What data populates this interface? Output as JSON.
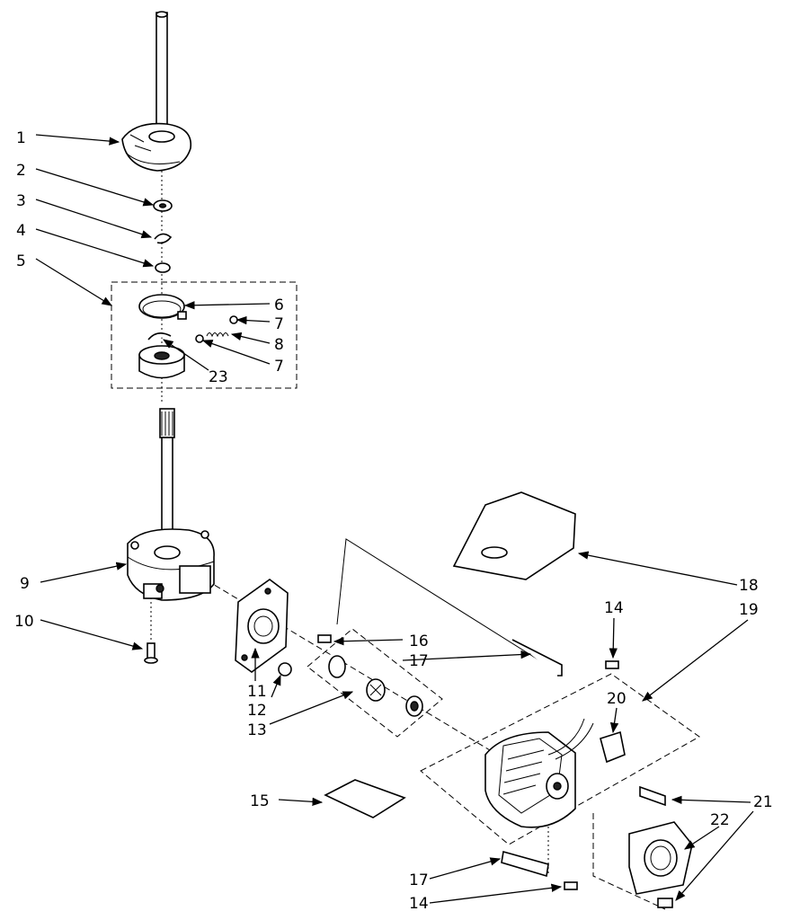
{
  "labels": {
    "p1": "1",
    "p2": "2",
    "p3": "3",
    "p4": "4",
    "p5": "5",
    "p6": "6",
    "p7a": "7",
    "p8": "8",
    "p7b": "7",
    "p23": "23",
    "p9": "9",
    "p10": "10",
    "p11": "11",
    "p12": "12",
    "p13": "13",
    "p14a": "14",
    "p14b": "14",
    "p15": "15",
    "p16": "16",
    "p17a": "17",
    "p17b": "17",
    "p18": "18",
    "p19": "19",
    "p20": "20",
    "p21": "21",
    "p22": "22"
  }
}
